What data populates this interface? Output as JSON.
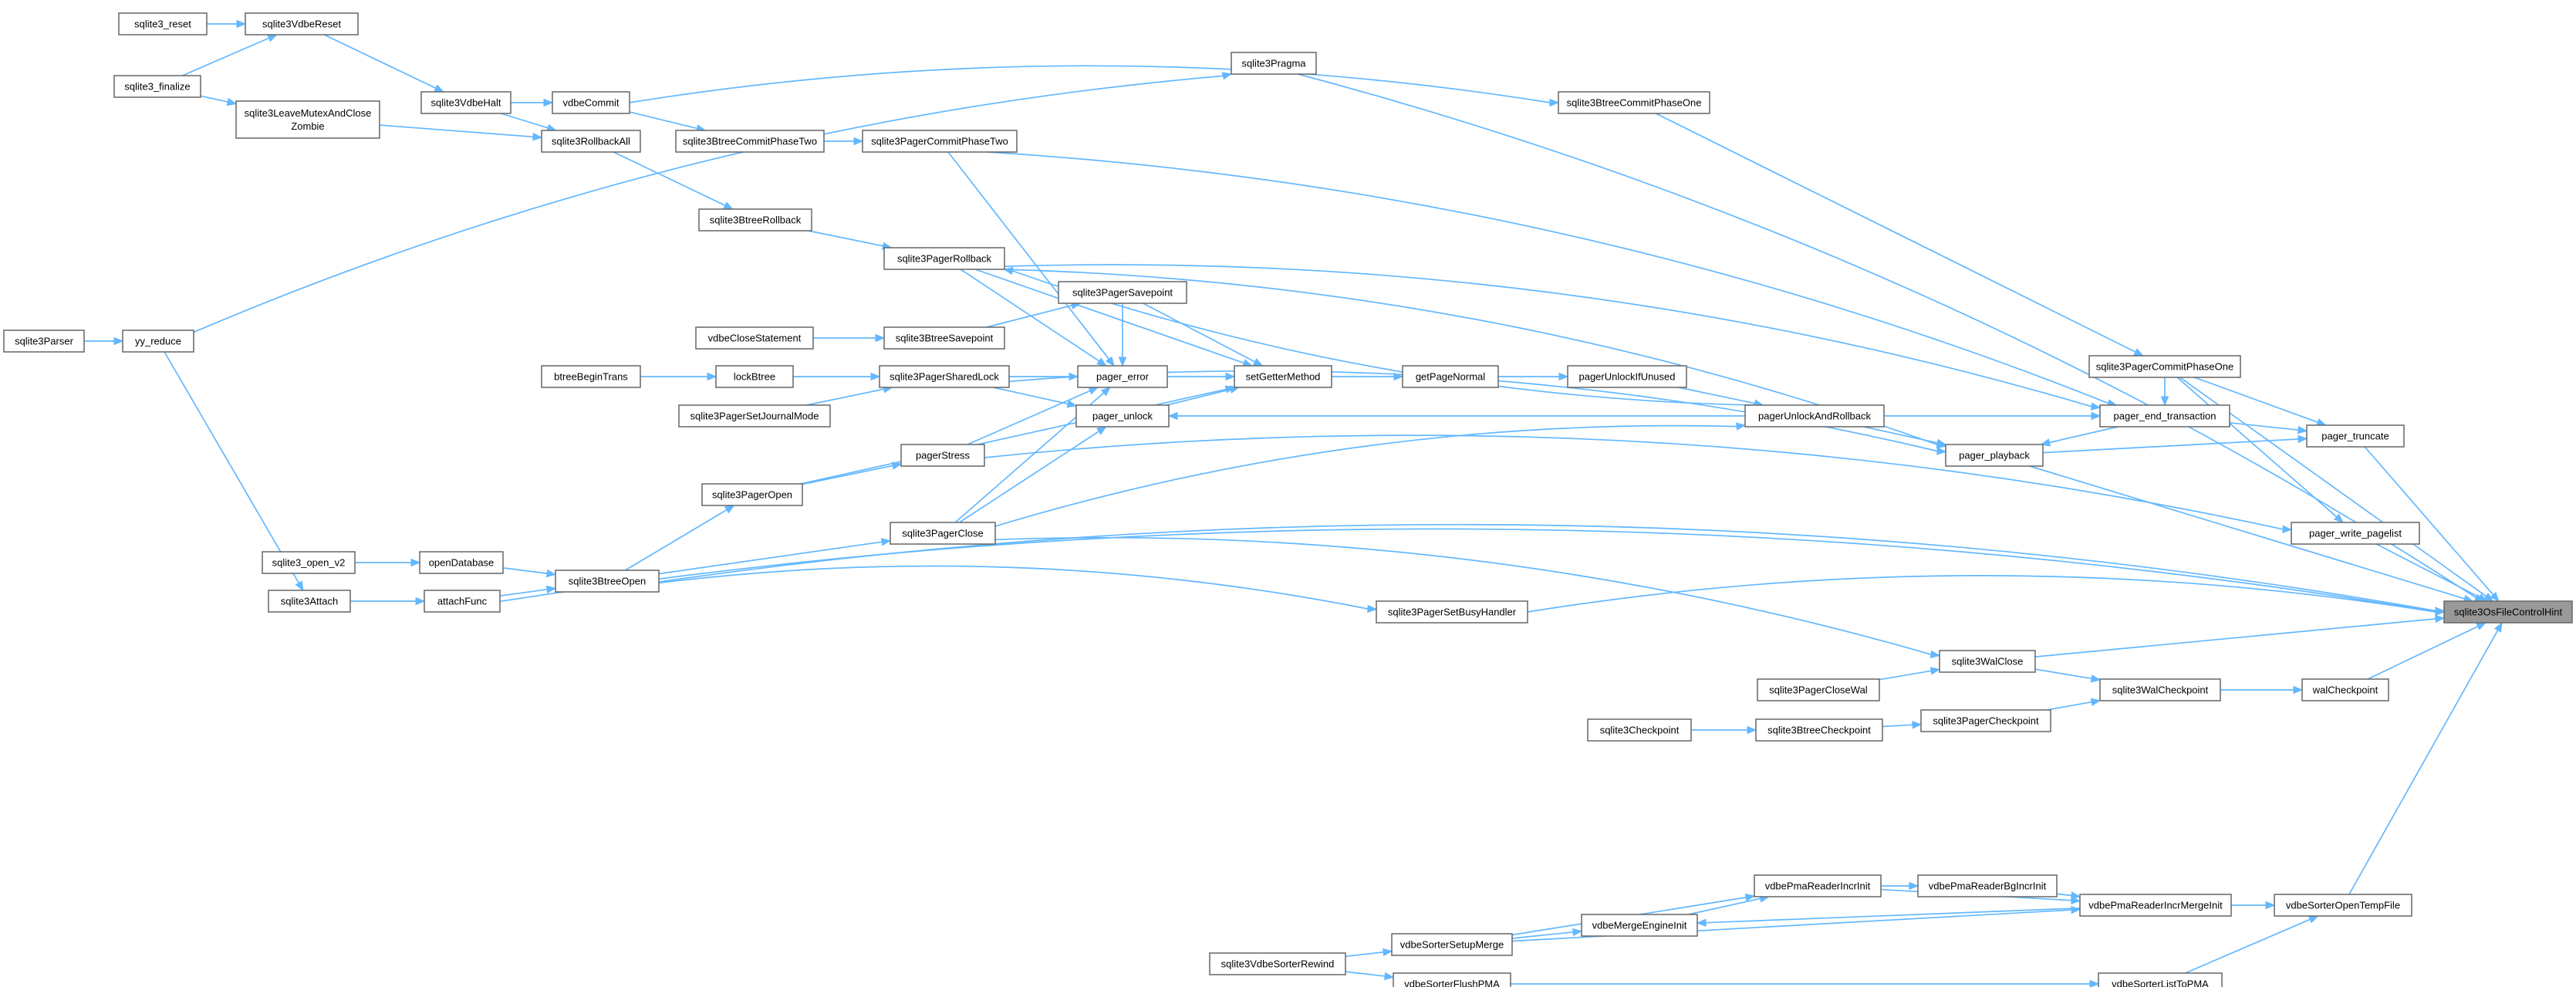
{
  "graph": {
    "root": "sqlite3OsFileControlHint",
    "nodes": [
      {
        "id": "sqlite3_reset",
        "label": "sqlite3_reset"
      },
      {
        "id": "sqlite3VdbeReset",
        "label": "sqlite3VdbeReset"
      },
      {
        "id": "sqlite3_finalize",
        "label": "sqlite3_finalize"
      },
      {
        "id": "sqlite3VdbeHalt",
        "label": "sqlite3VdbeHalt"
      },
      {
        "id": "vdbeCommit",
        "label": "vdbeCommit"
      },
      {
        "id": "sqlite3LeaveMutexAndCloseZombie",
        "label": "sqlite3LeaveMutexAndClose\nZombie"
      },
      {
        "id": "sqlite3RollbackAll",
        "label": "sqlite3RollbackAll"
      },
      {
        "id": "sqlite3BtreeCommitPhaseTwo",
        "label": "sqlite3BtreeCommitPhaseTwo"
      },
      {
        "id": "sqlite3PagerCommitPhaseTwo",
        "label": "sqlite3PagerCommitPhaseTwo"
      },
      {
        "id": "sqlite3Pragma",
        "label": "sqlite3Pragma"
      },
      {
        "id": "sqlite3BtreeCommitPhaseOne",
        "label": "sqlite3BtreeCommitPhaseOne"
      },
      {
        "id": "sqlite3BtreeRollback",
        "label": "sqlite3BtreeRollback"
      },
      {
        "id": "sqlite3PagerRollback",
        "label": "sqlite3PagerRollback"
      },
      {
        "id": "sqlite3Parser",
        "label": "sqlite3Parser"
      },
      {
        "id": "yy_reduce",
        "label": "yy_reduce"
      },
      {
        "id": "vdbeCloseStatement",
        "label": "vdbeCloseStatement"
      },
      {
        "id": "sqlite3BtreeSavepoint",
        "label": "sqlite3BtreeSavepoint"
      },
      {
        "id": "sqlite3PagerSavepoint",
        "label": "sqlite3PagerSavepoint"
      },
      {
        "id": "btreeBeginTrans",
        "label": "btreeBeginTrans"
      },
      {
        "id": "lockBtree",
        "label": "lockBtree"
      },
      {
        "id": "sqlite3PagerSharedLock",
        "label": "sqlite3PagerSharedLock"
      },
      {
        "id": "pager_error",
        "label": "pager_error"
      },
      {
        "id": "setGetterMethod",
        "label": "setGetterMethod"
      },
      {
        "id": "getPageNormal",
        "label": "getPageNormal"
      },
      {
        "id": "pagerUnlockIfUnused",
        "label": "pagerUnlockIfUnused"
      },
      {
        "id": "sqlite3PagerSetJournalMode",
        "label": "sqlite3PagerSetJournalMode"
      },
      {
        "id": "pager_unlock",
        "label": "pager_unlock"
      },
      {
        "id": "pagerUnlockAndRollback",
        "label": "pagerUnlockAndRollback"
      },
      {
        "id": "sqlite3PagerCommitPhaseOne",
        "label": "sqlite3PagerCommitPhaseOne"
      },
      {
        "id": "pager_end_transaction",
        "label": "pager_end_transaction"
      },
      {
        "id": "pager_truncate",
        "label": "pager_truncate"
      },
      {
        "id": "pagerStress",
        "label": "pagerStress"
      },
      {
        "id": "pager_playback",
        "label": "pager_playback"
      },
      {
        "id": "sqlite3PagerOpen",
        "label": "sqlite3PagerOpen"
      },
      {
        "id": "sqlite3PagerClose",
        "label": "sqlite3PagerClose"
      },
      {
        "id": "pager_write_pagelist",
        "label": "pager_write_pagelist"
      },
      {
        "id": "sqlite3_open_v2",
        "label": "sqlite3_open_v2"
      },
      {
        "id": "openDatabase",
        "label": "openDatabase"
      },
      {
        "id": "sqlite3BtreeOpen",
        "label": "sqlite3BtreeOpen"
      },
      {
        "id": "sqlite3Attach",
        "label": "sqlite3Attach"
      },
      {
        "id": "attachFunc",
        "label": "attachFunc"
      },
      {
        "id": "sqlite3PagerSetBusyHandler",
        "label": "sqlite3PagerSetBusyHandler"
      },
      {
        "id": "sqlite3OsFileControlHint",
        "label": "sqlite3OsFileControlHint"
      },
      {
        "id": "sqlite3WalClose",
        "label": "sqlite3WalClose"
      },
      {
        "id": "sqlite3PagerCloseWal",
        "label": "sqlite3PagerCloseWal"
      },
      {
        "id": "sqlite3WalCheckpoint",
        "label": "sqlite3WalCheckpoint"
      },
      {
        "id": "walCheckpoint",
        "label": "walCheckpoint"
      },
      {
        "id": "sqlite3Checkpoint",
        "label": "sqlite3Checkpoint"
      },
      {
        "id": "sqlite3BtreeCheckpoint",
        "label": "sqlite3BtreeCheckpoint"
      },
      {
        "id": "sqlite3PagerCheckpoint",
        "label": "sqlite3PagerCheckpoint"
      },
      {
        "id": "vdbePmaReaderIncrInit",
        "label": "vdbePmaReaderIncrInit"
      },
      {
        "id": "vdbePmaReaderBgIncrInit",
        "label": "vdbePmaReaderBgIncrInit"
      },
      {
        "id": "vdbePmaReaderIncrMergeInit",
        "label": "vdbePmaReaderIncrMergeInit"
      },
      {
        "id": "vdbeSorterOpenTempFile",
        "label": "vdbeSorterOpenTempFile"
      },
      {
        "id": "vdbeMergeEngineInit",
        "label": "vdbeMergeEngineInit"
      },
      {
        "id": "vdbeSorterSetupMerge",
        "label": "vdbeSorterSetupMerge"
      },
      {
        "id": "sqlite3VdbeSorterRewind",
        "label": "sqlite3VdbeSorterRewind"
      },
      {
        "id": "vdbeSorterFlushPMA",
        "label": "vdbeSorterFlushPMA"
      },
      {
        "id": "vdbeSorterListToPMA",
        "label": "vdbeSorterListToPMA"
      }
    ],
    "edges": [
      [
        "sqlite3_reset",
        "sqlite3VdbeReset"
      ],
      [
        "sqlite3_finalize",
        "sqlite3VdbeReset"
      ],
      [
        "sqlite3VdbeReset",
        "sqlite3VdbeHalt"
      ],
      [
        "sqlite3VdbeHalt",
        "vdbeCommit"
      ],
      [
        "sqlite3VdbeHalt",
        "sqlite3RollbackAll"
      ],
      [
        "sqlite3LeaveMutexAndCloseZombie",
        "sqlite3RollbackAll"
      ],
      [
        "sqlite3_finalize",
        "sqlite3LeaveMutexAndCloseZombie"
      ],
      [
        "vdbeCommit",
        "sqlite3BtreeCommitPhaseTwo"
      ],
      [
        "sqlite3BtreeCommitPhaseTwo",
        "sqlite3PagerCommitPhaseTwo"
      ],
      [
        "vdbeCommit",
        "sqlite3BtreeCommitPhaseOne"
      ],
      [
        "sqlite3RollbackAll",
        "sqlite3BtreeRollback"
      ],
      [
        "sqlite3BtreeRollback",
        "sqlite3PagerRollback"
      ],
      [
        "sqlite3Parser",
        "yy_reduce"
      ],
      [
        "yy_reduce",
        "sqlite3Pragma"
      ],
      [
        "yy_reduce",
        "sqlite3Attach"
      ],
      [
        "vdbeCloseStatement",
        "sqlite3BtreeSavepoint"
      ],
      [
        "sqlite3BtreeSavepoint",
        "sqlite3PagerSavepoint"
      ],
      [
        "btreeBeginTrans",
        "lockBtree"
      ],
      [
        "lockBtree",
        "sqlite3PagerSharedLock"
      ],
      [
        "sqlite3PagerSetJournalMode",
        "sqlite3PagerSharedLock"
      ],
      [
        "sqlite3PagerSharedLock",
        "pager_error"
      ],
      [
        "sqlite3PagerRollback",
        "pager_error"
      ],
      [
        "sqlite3PagerSavepoint",
        "pager_error"
      ],
      [
        "sqlite3PagerCommitPhaseTwo",
        "pager_error"
      ],
      [
        "sqlite3PagerClose",
        "pager_error"
      ],
      [
        "pagerStress",
        "pager_error"
      ],
      [
        "sqlite3PagerSharedLock",
        "pager_unlock"
      ],
      [
        "sqlite3PagerClose",
        "pager_unlock"
      ],
      [
        "pager_error",
        "setGetterMethod"
      ],
      [
        "pager_unlock",
        "setGetterMethod"
      ],
      [
        "sqlite3PagerRollback",
        "setGetterMethod"
      ],
      [
        "sqlite3PagerSavepoint",
        "setGetterMethod"
      ],
      [
        "sqlite3PagerOpen",
        "setGetterMethod"
      ],
      [
        "setGetterMethod",
        "getPageNormal"
      ],
      [
        "getPageNormal",
        "pagerUnlockIfUnused"
      ],
      [
        "pagerUnlockIfUnused",
        "pagerUnlockAndRollback"
      ],
      [
        "pagerUnlockAndRollback",
        "pager_unlock"
      ],
      [
        "pagerUnlockAndRollback",
        "sqlite3PagerRollback"
      ],
      [
        "sqlite3PagerClose",
        "pagerUnlockAndRollback"
      ],
      [
        "pagerUnlockAndRollback",
        "pager_end_transaction"
      ],
      [
        "pagerUnlockAndRollback",
        "pager_playback"
      ],
      [
        "sqlite3PagerCommitPhaseTwo",
        "pager_end_transaction"
      ],
      [
        "sqlite3PagerRollback",
        "pager_end_transaction"
      ],
      [
        "sqlite3PagerCommitPhaseOne",
        "pager_end_transaction"
      ],
      [
        "sqlite3BtreeCommitPhaseOne",
        "sqlite3PagerCommitPhaseOne"
      ],
      [
        "pager_end_transaction",
        "pager_truncate"
      ],
      [
        "pager_playback",
        "pager_truncate"
      ],
      [
        "sqlite3PagerCommitPhaseOne",
        "pager_truncate"
      ],
      [
        "sqlite3PagerRollback",
        "pager_playback"
      ],
      [
        "sqlite3PagerSharedLock",
        "pager_playback"
      ],
      [
        "pager_end_transaction",
        "pager_playback"
      ],
      [
        "sqlite3PagerCommitPhaseOne",
        "pager_write_pagelist"
      ],
      [
        "pagerStress",
        "pager_write_pagelist"
      ],
      [
        "sqlite3PagerOpen",
        "pagerStress"
      ],
      [
        "sqlite3BtreeOpen",
        "sqlite3PagerOpen"
      ],
      [
        "sqlite3BtreeOpen",
        "sqlite3PagerClose"
      ],
      [
        "sqlite3_open_v2",
        "openDatabase"
      ],
      [
        "openDatabase",
        "sqlite3BtreeOpen"
      ],
      [
        "sqlite3Attach",
        "attachFunc"
      ],
      [
        "attachFunc",
        "sqlite3BtreeOpen"
      ],
      [
        "sqlite3BtreeOpen",
        "sqlite3PagerSetBusyHandler"
      ],
      [
        "sqlite3PagerSetBusyHandler",
        "sqlite3OsFileControlHint"
      ],
      [
        "sqlite3Pragma",
        "sqlite3OsFileControlHint"
      ],
      [
        "sqlite3PagerCommitPhaseOne",
        "sqlite3OsFileControlHint"
      ],
      [
        "pager_truncate",
        "sqlite3OsFileControlHint"
      ],
      [
        "pager_write_pagelist",
        "sqlite3OsFileControlHint"
      ],
      [
        "pager_playback",
        "sqlite3OsFileControlHint"
      ],
      [
        "walCheckpoint",
        "sqlite3OsFileControlHint"
      ],
      [
        "sqlite3WalClose",
        "sqlite3OsFileControlHint"
      ],
      [
        "sqlite3BtreeOpen",
        "sqlite3OsFileControlHint"
      ],
      [
        "attachFunc",
        "sqlite3OsFileControlHint"
      ],
      [
        "vdbeSorterOpenTempFile",
        "sqlite3OsFileControlHint"
      ],
      [
        "sqlite3PagerClose",
        "sqlite3WalClose"
      ],
      [
        "sqlite3PagerCloseWal",
        "sqlite3WalClose"
      ],
      [
        "sqlite3WalClose",
        "sqlite3WalCheckpoint"
      ],
      [
        "sqlite3WalCheckpoint",
        "walCheckpoint"
      ],
      [
        "sqlite3Checkpoint",
        "sqlite3BtreeCheckpoint"
      ],
      [
        "sqlite3BtreeCheckpoint",
        "sqlite3PagerCheckpoint"
      ],
      [
        "sqlite3PagerCheckpoint",
        "sqlite3WalCheckpoint"
      ],
      [
        "vdbePmaReaderIncrInit",
        "vdbePmaReaderBgIncrInit"
      ],
      [
        "vdbePmaReaderBgIncrInit",
        "vdbePmaReaderIncrMergeInit"
      ],
      [
        "vdbePmaReaderIncrInit",
        "vdbePmaReaderIncrMergeInit"
      ],
      [
        "vdbePmaReaderIncrMergeInit",
        "vdbeMergeEngineInit"
      ],
      [
        "vdbePmaReaderIncrMergeInit",
        "vdbeSorterOpenTempFile"
      ],
      [
        "vdbeMergeEngineInit",
        "vdbePmaReaderIncrInit"
      ],
      [
        "vdbeSorterSetupMerge",
        "vdbePmaReaderIncrInit"
      ],
      [
        "vdbeSorterSetupMerge",
        "vdbeMergeEngineInit"
      ],
      [
        "vdbeSorterSetupMerge",
        "vdbePmaReaderIncrMergeInit"
      ],
      [
        "sqlite3VdbeSorterRewind",
        "vdbeSorterSetupMerge"
      ],
      [
        "sqlite3VdbeSorterRewind",
        "vdbeSorterFlushPMA"
      ],
      [
        "vdbeSorterFlushPMA",
        "vdbeSorterListToPMA"
      ],
      [
        "vdbeSorterListToPMA",
        "vdbeSorterOpenTempFile"
      ]
    ]
  }
}
